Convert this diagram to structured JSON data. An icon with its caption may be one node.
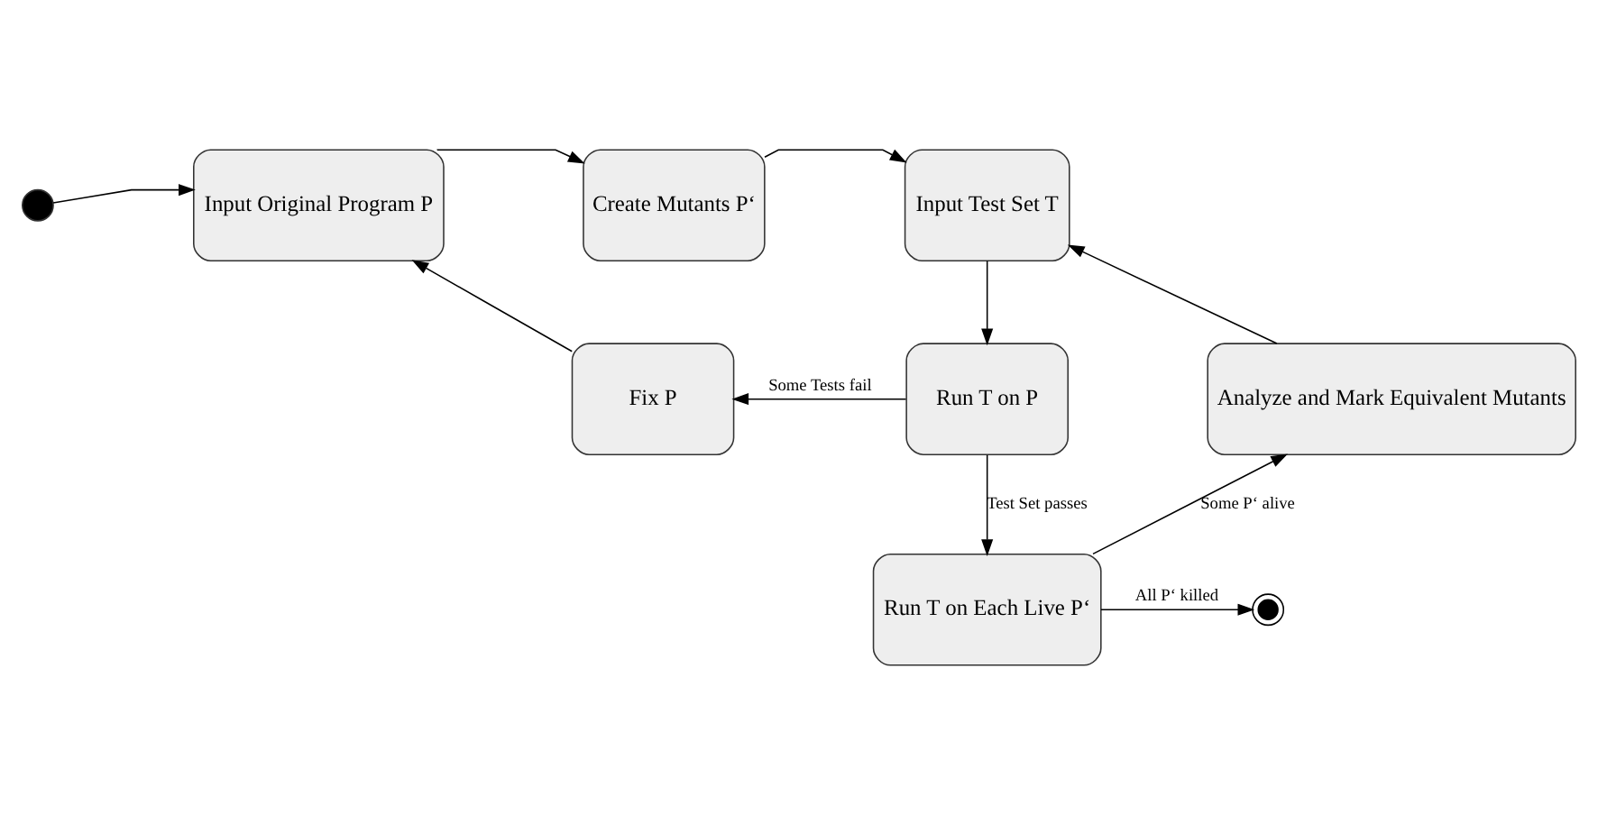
{
  "diagram": {
    "nodes": [
      {
        "text": [],
        "shape": "circle"
      },
      {
        "text": [
          "Input Original Program P"
        ]
      },
      {
        "text": [
          "Create Mutants P‘"
        ]
      },
      {
        "text": [
          "Input Test Set T"
        ]
      },
      {
        "text": [
          "Fix P"
        ]
      },
      {
        "text": [
          "Run T on P"
        ]
      },
      {
        "text": [
          "Analyze and Mark Equivalent Mutants"
        ]
      },
      {
        "text": [],
        "shape": "bullseye"
      },
      {
        "text": [
          "Run T on Each Live P‘"
        ]
      }
    ],
    "edges": [
      {
        "from": 0,
        "to": 1,
        "arrow": "to"
      },
      {
        "from": 1,
        "to": 2,
        "arrow": "to"
      },
      {
        "from": 2,
        "to": 3,
        "arrow": "to"
      },
      {
        "from": 3,
        "to": 5,
        "arrow": "to"
      },
      {
        "from": 5,
        "to": 4,
        "arrow": "to",
        "label": "Some Tests fail"
      },
      {
        "from": 4,
        "to": 1,
        "arrow": "to"
      },
      {
        "from": 5,
        "to": 8,
        "arrow": "to",
        "label": "Test Set passes"
      },
      {
        "from": 8,
        "to": 7,
        "arrow": "to",
        "label": "All P‘ killed"
      },
      {
        "from": 8,
        "to": 6,
        "arrow": "to",
        "label": "Some P‘ alive"
      },
      {
        "from": 6,
        "to": 3,
        "arrow": "to"
      }
    ]
  }
}
